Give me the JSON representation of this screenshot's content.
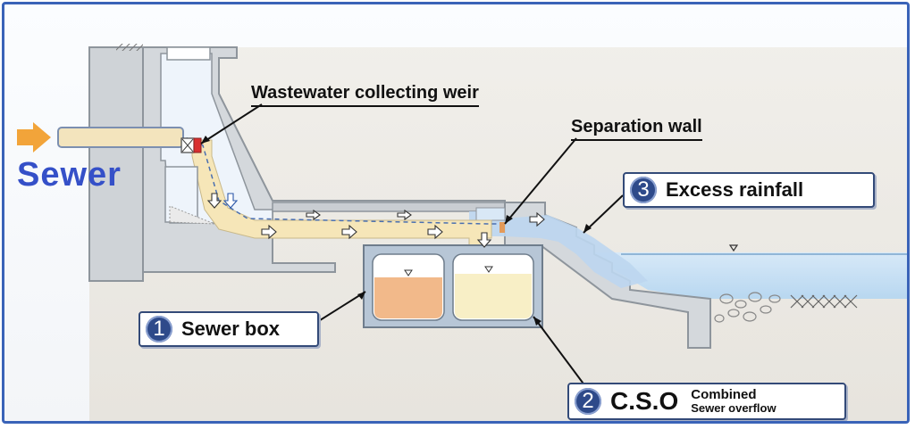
{
  "title": "",
  "inlet": {
    "label": "Sewer"
  },
  "callouts": {
    "weir": "Wastewater collecting weir",
    "separation_wall": "Separation wall"
  },
  "badges": [
    {
      "number": "1",
      "label": "Sewer box"
    },
    {
      "number": "2",
      "label": "C.S.O",
      "sublabel_1": "Combined",
      "sublabel_2": "Sewer overflow"
    },
    {
      "number": "3",
      "label": "Excess rainfall"
    }
  ],
  "colors": {
    "concrete": "#d4d8dc",
    "concrete_dark": "#9ea5ac",
    "wastewater": "#f6e6b8",
    "rainwater": "#bcd6f0",
    "sewage_tank": "#f2b98a",
    "badge_blue": "#2e4a8a",
    "arrow_orange": "#f2a43a",
    "title_blue": "#3550c8"
  }
}
